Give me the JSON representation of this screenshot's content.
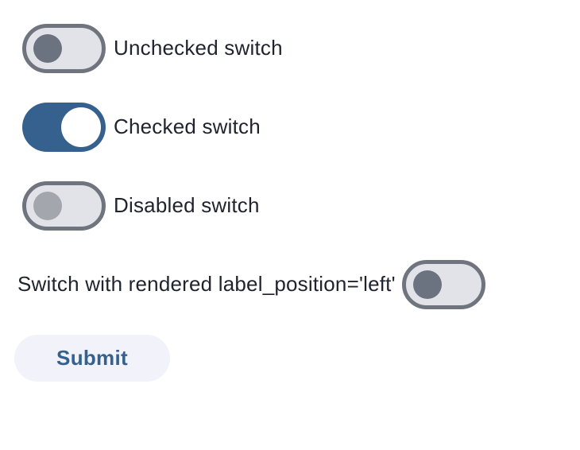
{
  "page": {
    "background": "#ffffff"
  },
  "switches": [
    {
      "label": "Unchecked switch",
      "state": "unchecked",
      "label_position": "right"
    },
    {
      "label": "Checked switch",
      "state": "checked",
      "label_position": "right"
    },
    {
      "label": "Disabled switch",
      "state": "disabled",
      "label_position": "right"
    },
    {
      "label": "Switch with rendered label_position='left'",
      "state": "unchecked",
      "label_position": "left"
    }
  ],
  "submit": {
    "label": "Submit"
  },
  "colors": {
    "track_unchecked": "#e2e3e8",
    "track_border": "#70747e",
    "thumb_unchecked": "#6b7280",
    "track_checked": "#36618e",
    "thumb_checked": "#ffffff",
    "thumb_disabled": "#a4a6ad",
    "label_text": "#1e232d",
    "button_bg": "#f1f2fa",
    "button_text": "#35618e"
  }
}
